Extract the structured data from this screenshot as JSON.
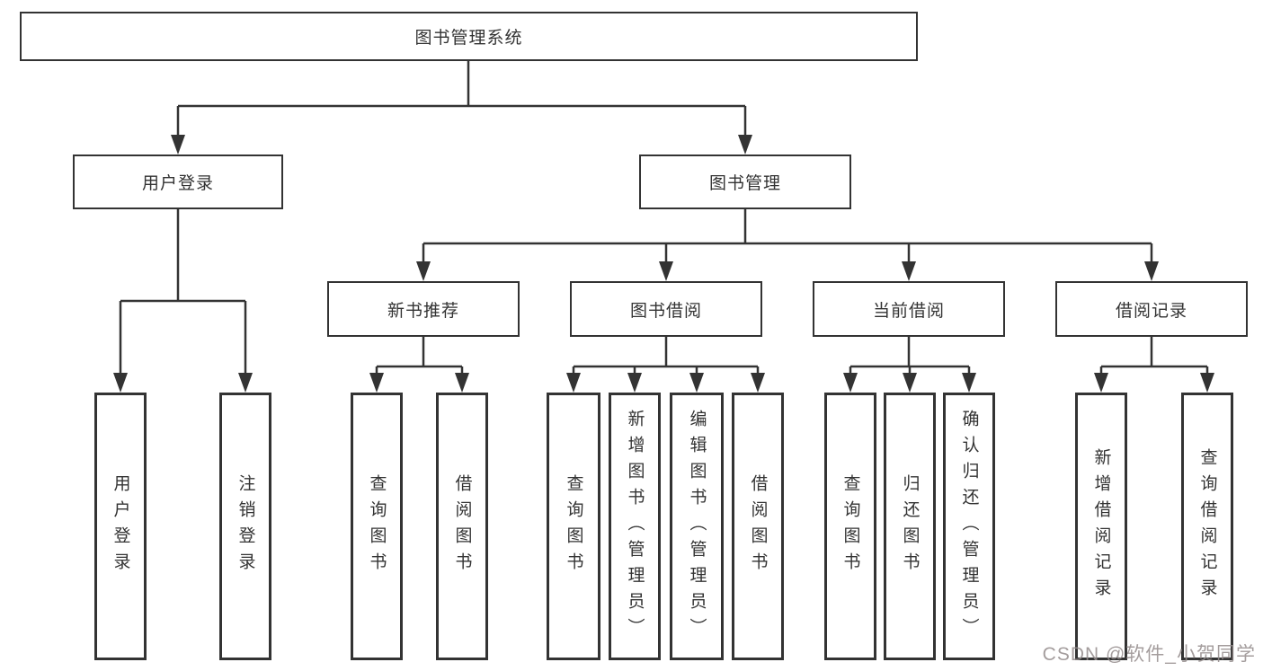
{
  "tree": {
    "label": "图书管理系统",
    "children": [
      {
        "label": "用户登录",
        "children": [
          {
            "label": "用户登录"
          },
          {
            "label": "注销登录"
          }
        ]
      },
      {
        "label": "图书管理",
        "children": [
          {
            "label": "新书推荐",
            "children": [
              {
                "label": "查询图书"
              },
              {
                "label": "借阅图书"
              }
            ]
          },
          {
            "label": "图书借阅",
            "children": [
              {
                "label": "查询图书"
              },
              {
                "label": "新增图书（管理员）"
              },
              {
                "label": "编辑图书（管理员）"
              },
              {
                "label": "借阅图书"
              }
            ]
          },
          {
            "label": "当前借阅",
            "children": [
              {
                "label": "查询图书"
              },
              {
                "label": "归还图书"
              },
              {
                "label": "确认归还（管理员）"
              }
            ]
          },
          {
            "label": "借阅记录",
            "children": [
              {
                "label": "新增借阅记录"
              },
              {
                "label": "查询借阅记录"
              }
            ]
          }
        ]
      }
    ]
  },
  "watermark": {
    "text": "CSDN @软件_小贺同学"
  },
  "colors": {
    "line": "#333333",
    "text": "#333333",
    "background": "#ffffff",
    "watermark": "#948c8c"
  }
}
